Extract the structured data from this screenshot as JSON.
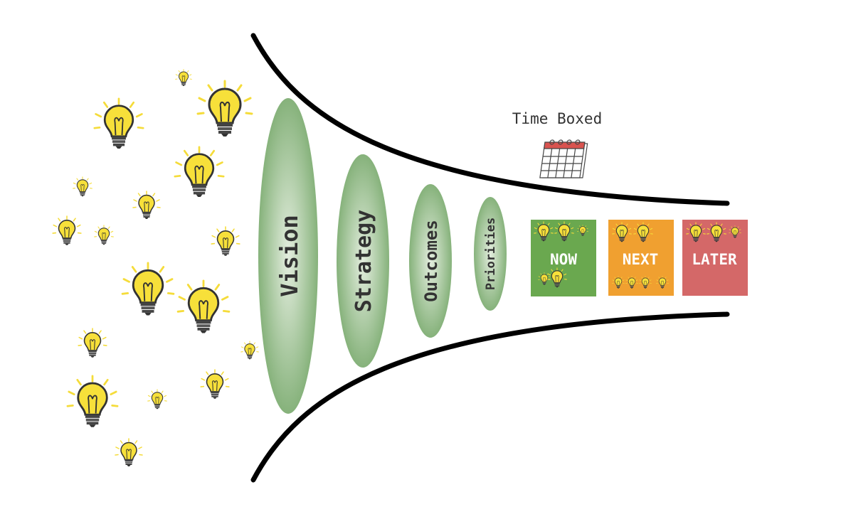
{
  "funnel_stages": [
    {
      "label": "Vision"
    },
    {
      "label": "Strategy"
    },
    {
      "label": "Outcomes"
    },
    {
      "label": "Priorities"
    }
  ],
  "time_boxed": {
    "label": "Time Boxed",
    "icon": "calendar-icon"
  },
  "buckets": [
    {
      "label": "NOW",
      "color": "#6aa84f"
    },
    {
      "label": "NEXT",
      "color": "#f0a030"
    },
    {
      "label": "LATER",
      "color": "#d46868"
    }
  ],
  "colors": {
    "stage_green": "#8fb884",
    "bulb_yellow": "#f7e03a",
    "funnel_line": "#000000"
  }
}
